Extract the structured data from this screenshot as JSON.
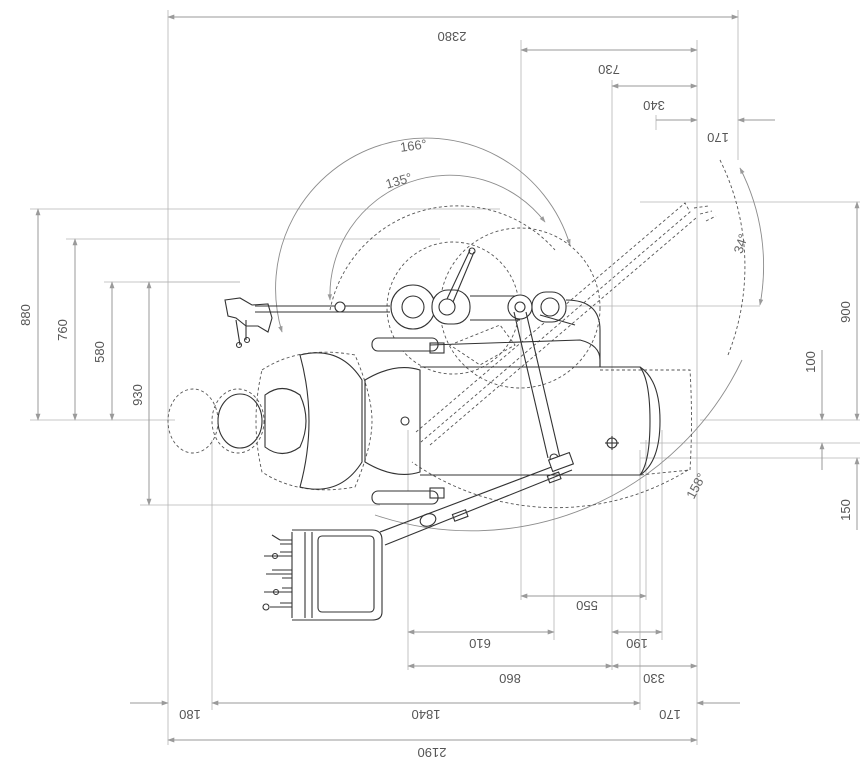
{
  "dimensions": {
    "top": [
      "2380",
      "730",
      "340",
      "170"
    ],
    "left": [
      "880",
      "760",
      "580",
      "930"
    ],
    "right": [
      "900",
      "100",
      "150"
    ],
    "bottom_inner": [
      "550",
      "610",
      "190"
    ],
    "bottom_outer": [
      "860",
      "330",
      "180",
      "1840",
      "170",
      "2190"
    ]
  },
  "angles": {
    "a166": "166°",
    "a135": "135°",
    "a34": "34°",
    "a158": "158°"
  }
}
